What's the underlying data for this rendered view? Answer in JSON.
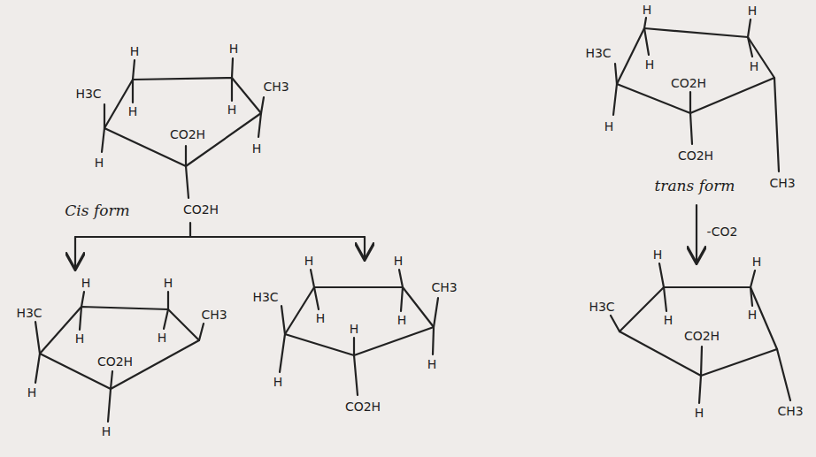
{
  "diagram": {
    "labels": [
      "H",
      "H",
      "H",
      "H",
      "H3C",
      "H",
      "CH3",
      "H",
      "CO2H",
      "CO2H",
      "Cis form",
      "H",
      "H",
      "H3C",
      "H",
      "H",
      "H",
      "CH3",
      "CO2H",
      "CO2H",
      "trans form",
      "-CO2",
      "H",
      "H",
      "H",
      "H",
      "H3C",
      "H",
      "CH3",
      "CO2H",
      "H",
      "H",
      "H",
      "H",
      "H",
      "H3C",
      "H",
      "CH3",
      "H",
      "H",
      "CO2H",
      "H",
      "H",
      "H",
      "H",
      "H3C",
      "CO2H",
      "H",
      "CH3"
    ]
  }
}
